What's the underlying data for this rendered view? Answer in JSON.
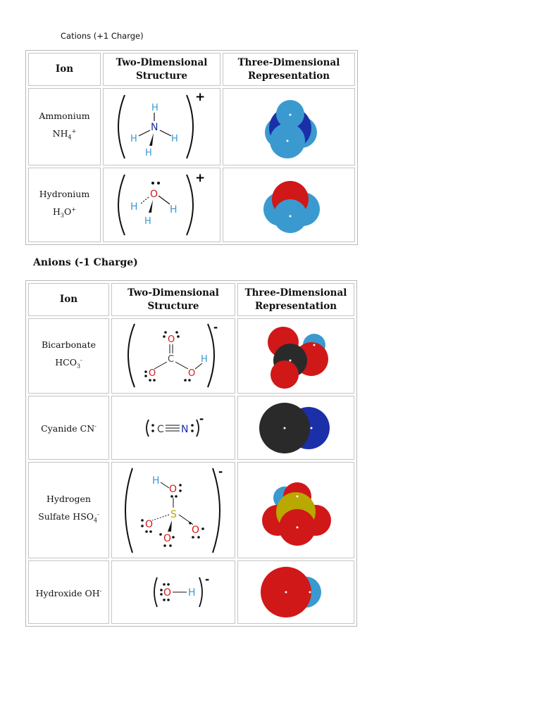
{
  "cations_caption": "Cations (+1 Charge)",
  "anions_caption": "Anions (-1 Charge)",
  "headers": {
    "ion": "Ion",
    "two_d_line1": "Two-Dimensional",
    "two_d_line2": "Structure",
    "three_d_line1": "Three-Dimensional",
    "three_d_line2": "Representation"
  },
  "cations": [
    {
      "name": "Ammonium",
      "formula": "NH",
      "sub": "4",
      "sup": "+",
      "charge": "+"
    },
    {
      "name": "Hydronium",
      "formula": "H",
      "sub": "3",
      "formula_tail": "O",
      "sup": "+",
      "charge": "+"
    }
  ],
  "anions": [
    {
      "name": "Bicarbonate",
      "formula": "HCO",
      "sub": "3",
      "sup": "-",
      "charge": "-"
    },
    {
      "name": "Cyanide CN",
      "sup": "-",
      "charge": "-"
    },
    {
      "name_line1": "Hydrogen",
      "name_line2": "Sulfate HSO",
      "sub": "4",
      "sup": "-",
      "charge": "-"
    },
    {
      "name": "Hydroxide OH",
      "sup": "-",
      "charge": "-"
    }
  ],
  "atoms": {
    "H": "H",
    "N": "N",
    "O": "O",
    "C": "C",
    "S": "S"
  },
  "colors": {
    "hydrogen": "#3a9ad0",
    "nitrogen": "#1b2fa8",
    "oxygen": "#d01818",
    "carbon": "#2a2a2a",
    "sulfur": "#b8a800"
  }
}
